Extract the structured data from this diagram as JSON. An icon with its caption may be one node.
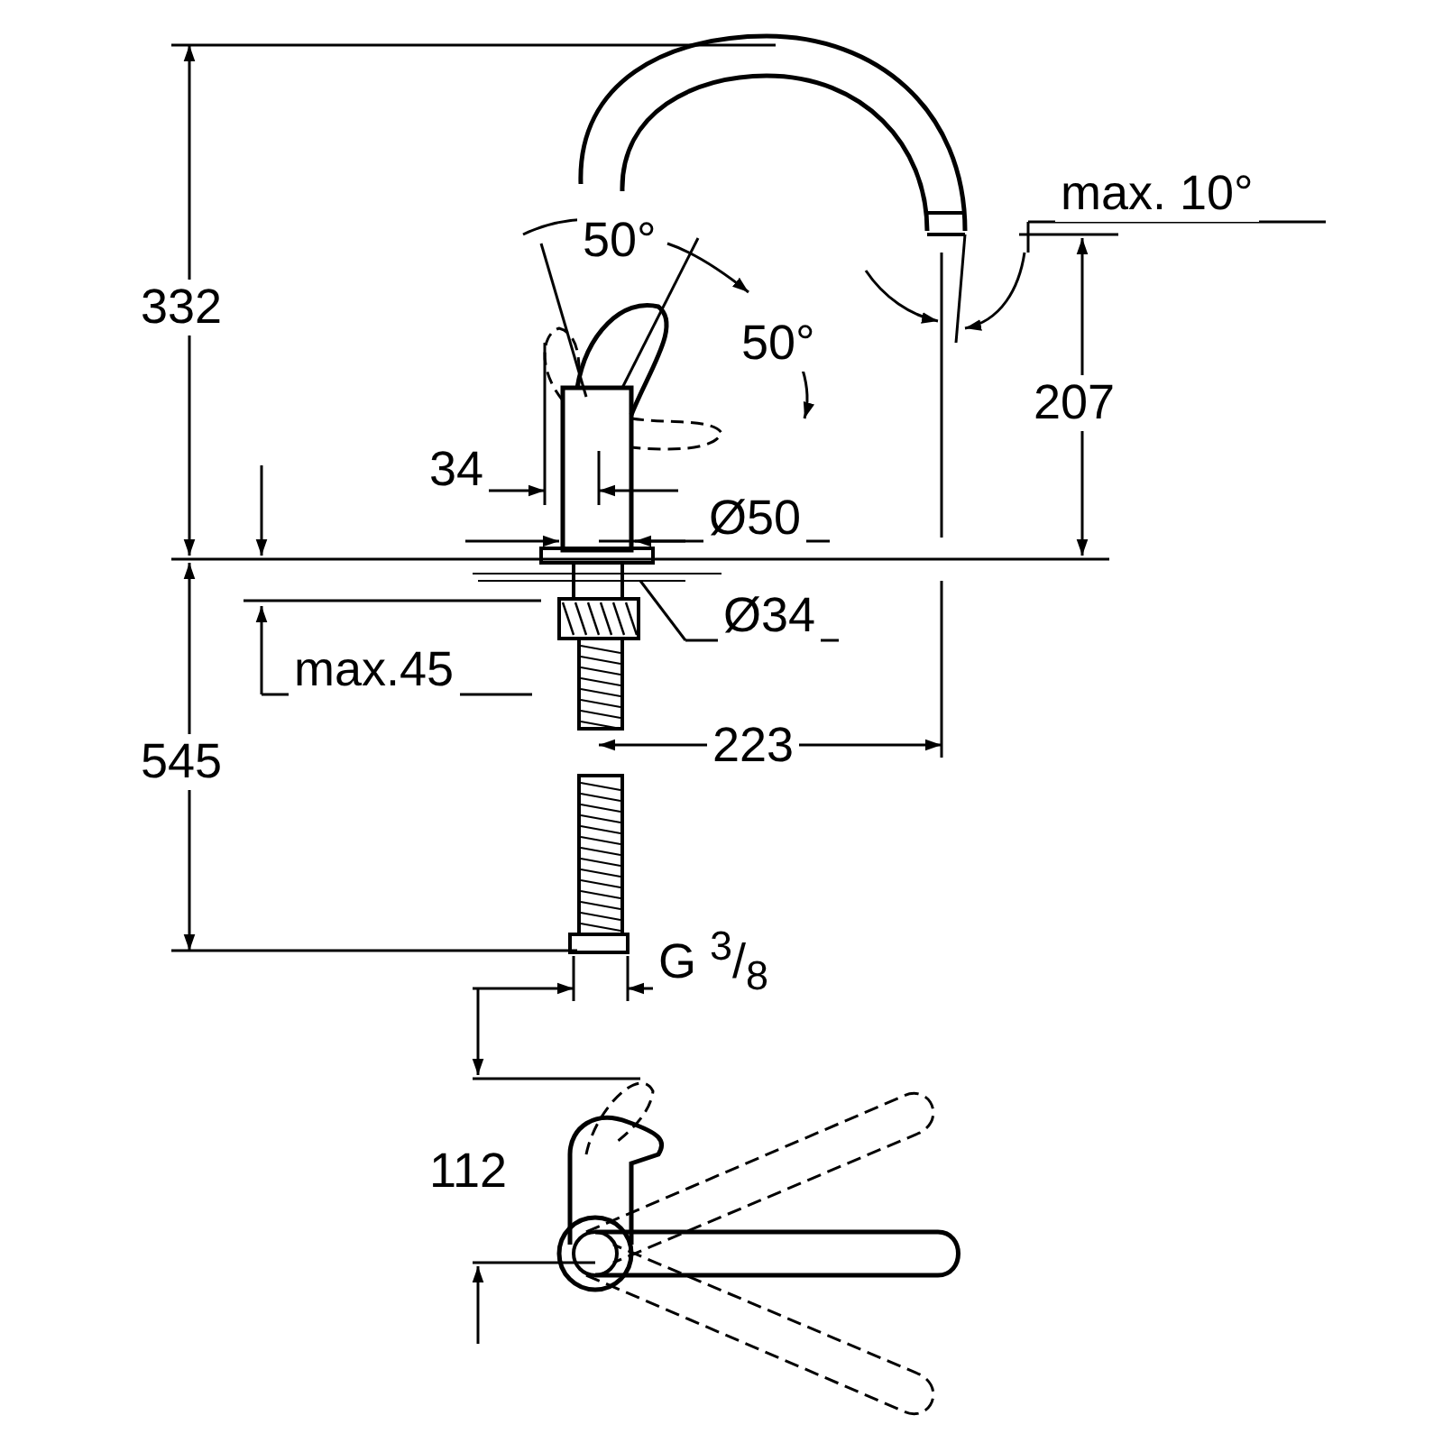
{
  "diagram": {
    "labels": [
      "332",
      "50°",
      "max. 10°",
      "50°",
      "207",
      "34",
      "Ø50",
      "Ø34",
      "max.45",
      "545",
      "223",
      "G $^{3}$/$_{8}$",
      "112"
    ]
  }
}
